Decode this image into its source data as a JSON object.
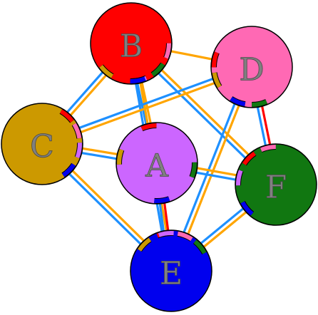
{
  "colors": {
    "orange": "#ffa500",
    "blue": "#1e90ff",
    "red": "#ff0000",
    "outline": "#000000"
  },
  "nodes": [
    {
      "id": "B",
      "label": "B",
      "color": "#ff0000"
    },
    {
      "id": "D",
      "label": "D",
      "color": "#ff69b4"
    },
    {
      "id": "C",
      "label": "C",
      "color": "#cc9900"
    },
    {
      "id": "A",
      "label": "A",
      "color": "#cc66ff"
    },
    {
      "id": "F",
      "label": "F",
      "color": "#117711"
    },
    {
      "id": "E",
      "label": "E",
      "color": "#0000ee"
    }
  ],
  "edges": [
    {
      "from": "B",
      "to": "D",
      "colors": [
        "orange"
      ]
    },
    {
      "from": "B",
      "to": "C",
      "colors": [
        "orange",
        "blue"
      ]
    },
    {
      "from": "B",
      "to": "A",
      "colors": [
        "orange",
        "blue"
      ]
    },
    {
      "from": "B",
      "to": "F",
      "colors": [
        "orange",
        "blue"
      ]
    },
    {
      "from": "B",
      "to": "E",
      "colors": [
        "orange",
        "blue"
      ]
    },
    {
      "from": "D",
      "to": "C",
      "colors": [
        "orange",
        "blue"
      ]
    },
    {
      "from": "D",
      "to": "F",
      "colors": [
        "red",
        "blue"
      ]
    },
    {
      "from": "D",
      "to": "E",
      "colors": [
        "orange",
        "blue"
      ]
    },
    {
      "from": "C",
      "to": "A",
      "colors": [
        "orange",
        "blue"
      ]
    },
    {
      "from": "C",
      "to": "E",
      "colors": [
        "orange",
        "blue"
      ]
    },
    {
      "from": "A",
      "to": "F",
      "colors": [
        "orange",
        "blue"
      ]
    },
    {
      "from": "A",
      "to": "E",
      "colors": [
        "red",
        "blue"
      ]
    },
    {
      "from": "F",
      "to": "E",
      "colors": [
        "orange",
        "blue"
      ]
    }
  ]
}
